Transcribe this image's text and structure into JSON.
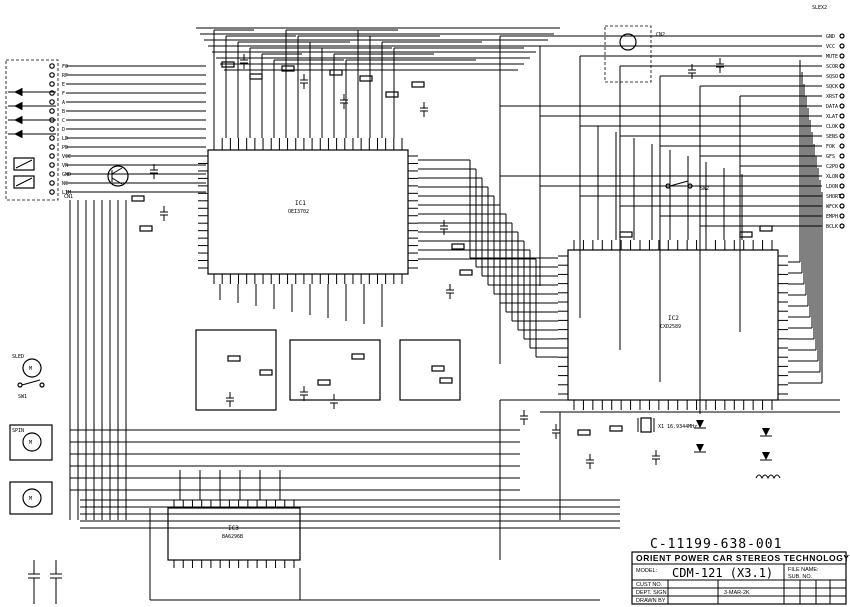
{
  "corner_label": "SLEX2",
  "document_number": "C-11199-638-001",
  "title_block": {
    "company": "ORIENT POWER CAR STEREOS TECHNOLOGY LIMITED",
    "model_label": "MODEL:",
    "model_value": "CDM-121 (X3.1)",
    "date": "3-MAR-2K",
    "row_labels": [
      "CUST NO.",
      "DEPT. SIGN",
      "DRAWN BY"
    ],
    "right_labels": [
      "FILE NAME:",
      "SUB. NO."
    ]
  },
  "components": {
    "ic1_ref": "IC1",
    "ic1_part": "OEI3702",
    "ic2_ref": "IC2",
    "ic2_part": "CXD2589",
    "ic3_ref": "IC3",
    "ic3_part": "BA6296B",
    "left_connector": "CN1",
    "top_right_connector": "CN2",
    "motor_labels": [
      "SLED",
      "SPIN"
    ],
    "switch_labels": [
      "SW1",
      "SW2"
    ],
    "crystal": "X1 16.9344MHz"
  },
  "right_net_labels": [
    "GND",
    "VCC",
    "MUTE",
    "SCOR",
    "SQSO",
    "SQCK",
    "XRST",
    "DATA",
    "XLAT",
    "CLOK",
    "SENS",
    "FOK",
    "GFS",
    "C2PO",
    "XLON",
    "LDON",
    "SHORT",
    "WFCK",
    "EMPH",
    "BCLK"
  ],
  "left_pin_labels": [
    "FO",
    "RF",
    "E",
    "F",
    "A",
    "B",
    "C",
    "D",
    "LD",
    "PD",
    "VCC",
    "VR",
    "GND",
    "NC",
    "LIM"
  ]
}
